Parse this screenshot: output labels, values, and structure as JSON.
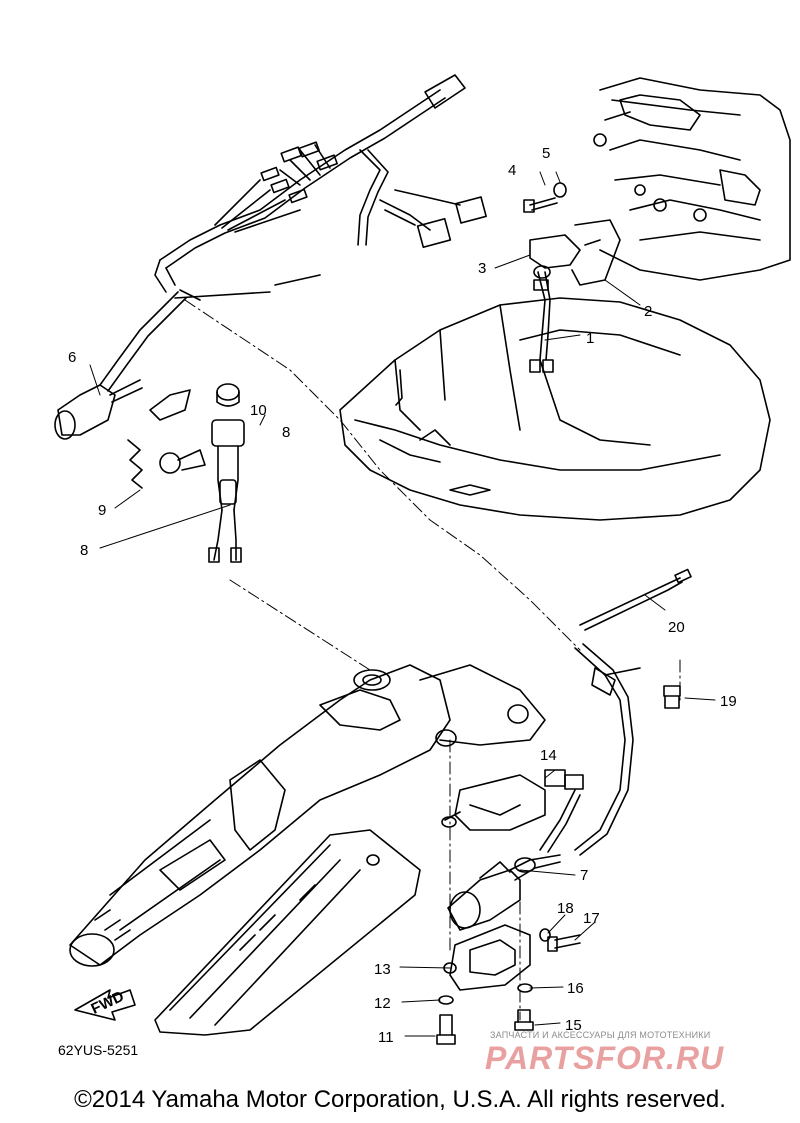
{
  "diagram": {
    "part_code": "62YUS-5251",
    "fwd_label": "FWD",
    "callouts": [
      {
        "key": "c1",
        "text": "1"
      },
      {
        "key": "c2",
        "text": "2"
      },
      {
        "key": "c3",
        "text": "3"
      },
      {
        "key": "c4",
        "text": "4"
      },
      {
        "key": "c5",
        "text": "5"
      },
      {
        "key": "c6",
        "text": "6"
      },
      {
        "key": "c7",
        "text": "7"
      },
      {
        "key": "c8a",
        "text": "8"
      },
      {
        "key": "c8b",
        "text": "8"
      },
      {
        "key": "c9",
        "text": "9"
      },
      {
        "key": "c10",
        "text": "10"
      },
      {
        "key": "c11",
        "text": "11"
      },
      {
        "key": "c12",
        "text": "12"
      },
      {
        "key": "c13",
        "text": "13"
      },
      {
        "key": "c14",
        "text": "14"
      },
      {
        "key": "c15",
        "text": "15"
      },
      {
        "key": "c16",
        "text": "16"
      },
      {
        "key": "c17",
        "text": "17"
      },
      {
        "key": "c18",
        "text": "18"
      },
      {
        "key": "c19",
        "text": "19"
      },
      {
        "key": "c20",
        "text": "20"
      }
    ]
  },
  "footer": {
    "copyright": "©2014 Yamaha Motor Corporation, U.S.A. All rights reserved."
  },
  "watermark": {
    "tagline": "ЗАПЧАСТИ И АКСЕССУАРЫ ДЛЯ МОТОТЕХНИКИ",
    "logo": "PARTSFOR.RU"
  }
}
